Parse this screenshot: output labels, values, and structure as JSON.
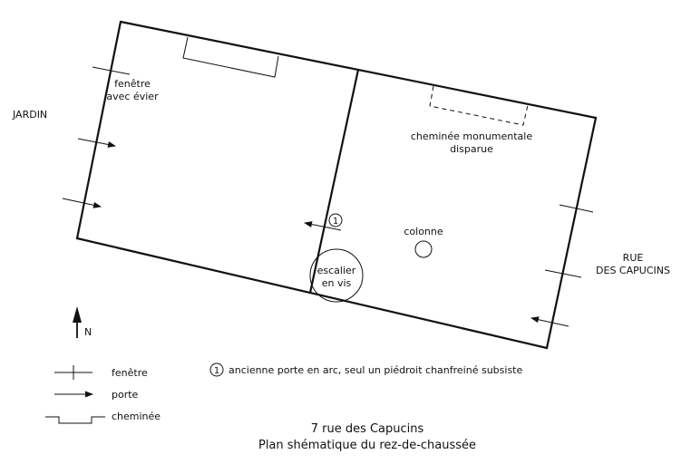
{
  "labels": {
    "jardin": "JARDIN",
    "rue_line1": "RUE",
    "rue_line2": "DES CAPUCINS",
    "fenetre_evier_line1": "fenêtre",
    "fenetre_evier_line2": "avec évier",
    "cheminee_line1": "cheminée monumentale",
    "cheminee_line2": "disparue",
    "colonne": "colonne",
    "escalier_line1": "escalier",
    "escalier_line2": "en vis",
    "marker": "1",
    "north": "N"
  },
  "legend": {
    "window": "fenêtre",
    "door": "porte",
    "fireplace": "cheminée"
  },
  "note": {
    "marker": "1",
    "text": "ancienne porte en arc, seul un piédroit chanfreiné subsiste"
  },
  "caption": {
    "line1": "7 rue des Capucins",
    "line2": "Plan shématique du rez-de-chaussée"
  },
  "colors": {
    "ink": "#111111",
    "background": "#ffffff"
  }
}
